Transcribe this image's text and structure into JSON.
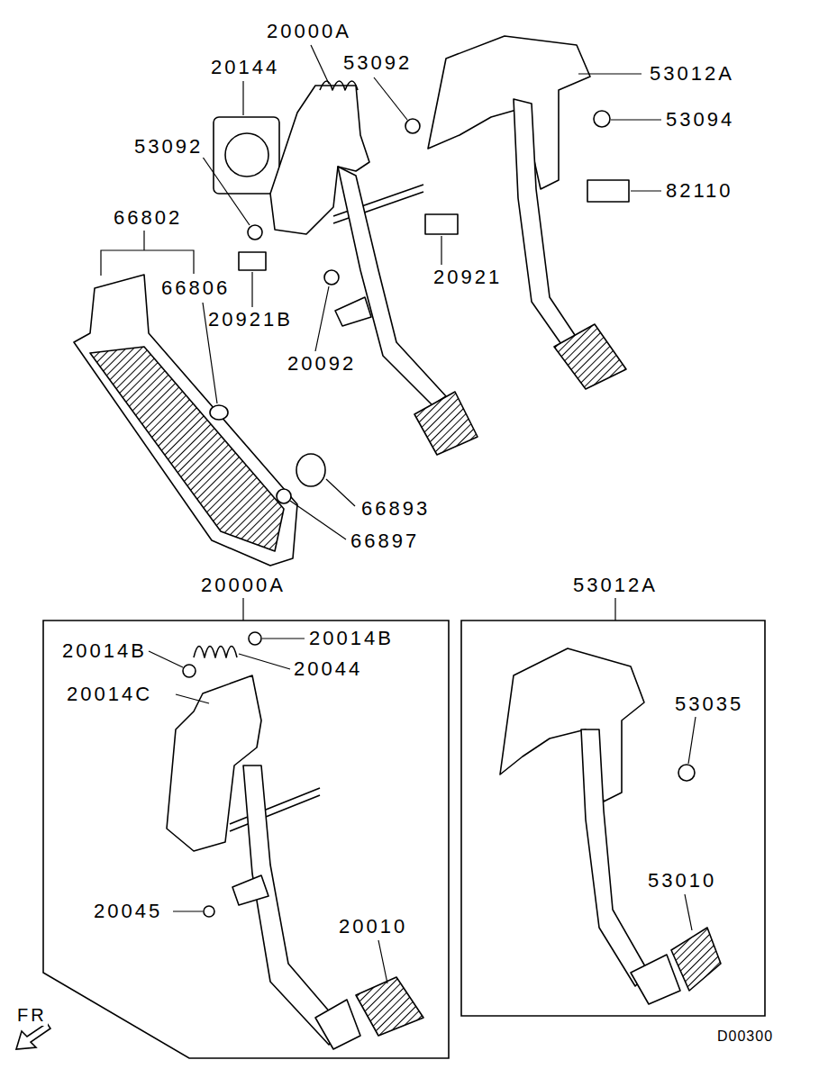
{
  "diagram": {
    "nodes": [
      {
        "text": [
          "20000A"
        ]
      },
      {
        "text": [
          "53012A"
        ]
      }
    ],
    "labels": [
      "20000A",
      "20144",
      "53092",
      "53012A",
      "53092",
      "53094",
      "82110",
      "66802",
      "66806",
      "20921",
      "20921B",
      "20092",
      "66893",
      "66897",
      "20014B",
      "20014B",
      "20044",
      "20014C",
      "20045",
      "20010",
      "53035",
      "53010",
      "FR",
      "D00300"
    ]
  }
}
